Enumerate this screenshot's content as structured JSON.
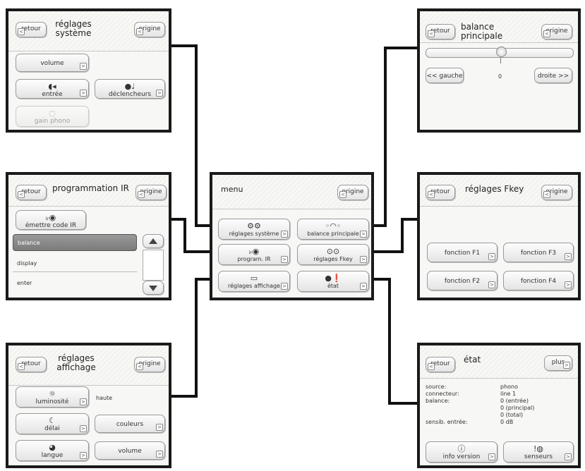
{
  "common": {
    "retour": "retour",
    "origine": "origine",
    "plus": "plus"
  },
  "system": {
    "title": "réglages système",
    "volume": "volume",
    "entree": "entrée",
    "declencheurs": "déclencheurs",
    "gain": "gain phono"
  },
  "balance": {
    "title": "balance principale",
    "gauche": "<< gauche",
    "droite": "droite >>",
    "value": "0",
    "slider_position": 0.5
  },
  "ir": {
    "title": "programmation IR",
    "emit": "émettre code IR",
    "list": [
      "balance",
      "display",
      "enter"
    ],
    "selected": "balance"
  },
  "menu": {
    "title": "menu",
    "items": [
      "réglages système",
      "balance principale",
      "program. IR",
      "réglages Fkey",
      "réglages affichage",
      "état"
    ]
  },
  "fkey": {
    "title": "réglages Fkey",
    "f1": "fonction F1",
    "f2": "fonction F2",
    "f3": "fonction F3",
    "f4": "fonction F4"
  },
  "affichage": {
    "title": "réglages affichage",
    "luminosite": "luminosité",
    "haute": "haute",
    "delai": "délai",
    "couleurs": "couleurs",
    "langue": "langue",
    "volume": "volume"
  },
  "etat": {
    "title": "état",
    "rows": [
      {
        "key": "source:",
        "value": "phono"
      },
      {
        "key": "connecteur:",
        "value": "line 1"
      },
      {
        "key": "balance:",
        "value": "0 (entrée)"
      },
      {
        "key": "",
        "value": "0 (principal)"
      },
      {
        "key": "",
        "value": "0 (total)"
      },
      {
        "key": "sensib. entrée:",
        "value": "0 dB"
      }
    ],
    "info": "info version",
    "senseurs": "senseurs"
  },
  "colors": {
    "frame": "#1a1a1a",
    "selected_row": "#8a8a8a",
    "panel_bg": "#f7f7f5"
  }
}
